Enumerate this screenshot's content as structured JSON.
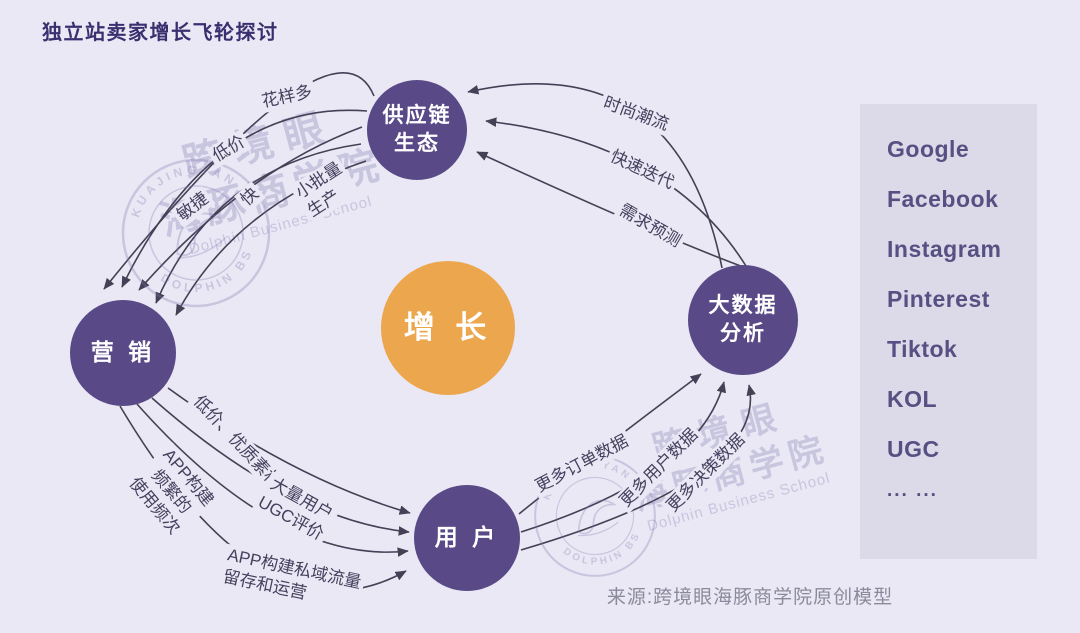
{
  "title": "独立站卖家增长飞轮探讨",
  "nodes": {
    "growth": "增 长",
    "supply_chain": [
      "供应链",
      "生态"
    ],
    "marketing": "营 销",
    "big_data": [
      "大数据",
      "分析"
    ],
    "users": "用 户"
  },
  "flows": {
    "supply_to_marketing": [
      [
        "花样多"
      ],
      [
        "低价"
      ],
      [
        "快"
      ],
      [
        "敏捷"
      ],
      [
        "小批量",
        "生产"
      ]
    ],
    "marketing_to_users": [
      [
        "低价、优质素材"
      ],
      [
        "APP构建",
        "频繁的",
        "使用频次"
      ],
      [
        "大量用户",
        "UGC评价"
      ],
      [
        "APP构建私域流量",
        "留存和运营"
      ]
    ],
    "users_to_bigdata": [
      [
        "更多订单数据"
      ],
      [
        "更多用户数据"
      ],
      [
        "更多决策数据"
      ]
    ],
    "bigdata_to_supply": [
      [
        "时尚潮流"
      ],
      [
        "快速迭代"
      ],
      [
        "需求预测"
      ]
    ]
  },
  "side_panel": {
    "items": [
      "Google",
      "Facebook",
      "Instagram",
      "Pinterest",
      "Tiktok",
      "KOL",
      "UGC",
      "... ..."
    ]
  },
  "source": "来源:跨境眼海豚商学院原创模型",
  "watermark": {
    "stamp_top": "KUAJINGYAN",
    "stamp_bottom": "DOLPHIN BS",
    "line1": "跨境眼",
    "line2": "海豚商学院",
    "line3": "Dolphin Business School"
  },
  "colors": {
    "background": "#e9e8f4",
    "node_purple": "#594a87",
    "node_orange": "#eca74e",
    "arrow": "#454056",
    "panel_bg": "#dcdae9",
    "panel_text": "#575083",
    "title_text": "#3a3070",
    "source_text": "#8b8a9c",
    "watermark": "#7e74b0"
  }
}
